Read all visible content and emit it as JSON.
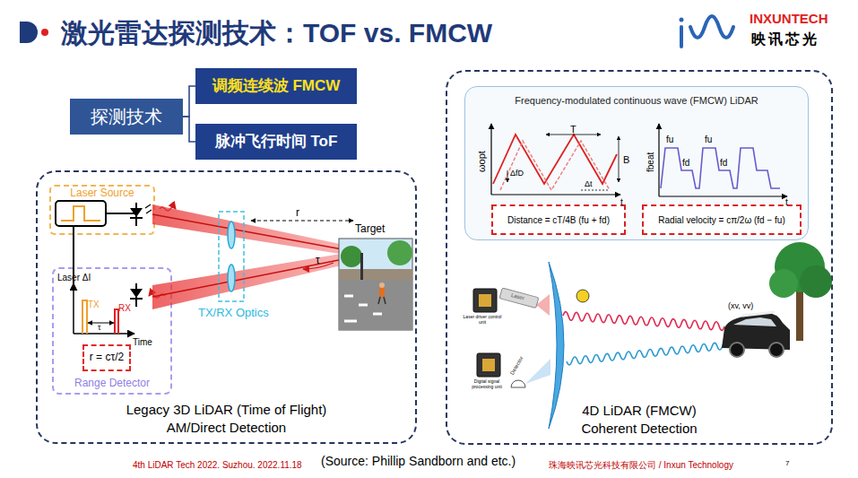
{
  "diagram": {
    "title": "激光雷达探测技术：TOF vs. FMCW",
    "nodes": [
      {
        "text": [
          "探测技术"
        ]
      },
      {
        "text": [
          "调频连续波 FMCW"
        ]
      },
      {
        "text": [
          "脉冲飞行时间 ToF"
        ]
      },
      {
        "text": [
          "Legacy 3D LiDAR (Time of Flight) AM/Direct Detection"
        ]
      },
      {
        "text": [
          "Laser Source"
        ],
        "in": 3
      },
      {
        "text": [
          "Range Detector"
        ],
        "in": 3
      },
      {
        "text": [
          "r = cτ/2"
        ],
        "in": 5
      },
      {
        "text": [
          "4D LiDAR (FMCW) Coherent Detection"
        ]
      },
      {
        "text": [
          "Frequency-modulated continuous wave (FMCW) LiDAR"
        ],
        "in": 7
      },
      {
        "text": [
          "Distance = cT/4B (fu + fd)"
        ],
        "in": 8
      },
      {
        "text": [
          "Radial velocity = cπ/2ω (fd − fu)"
        ],
        "in": 8
      }
    ],
    "edges": [
      {
        "from": 0,
        "to": 1,
        "arrow": "none"
      },
      {
        "from": 0,
        "to": 2,
        "arrow": "none"
      }
    ],
    "labels": [
      "INXUNTECH",
      "映讯芯光",
      "Target",
      "r",
      "τ",
      "TX/RX Optics",
      "Laser ΔI",
      "TX",
      "RX",
      "τ",
      "Time",
      "ωopt",
      "T",
      "B",
      "ΔfD",
      "Δt",
      "t",
      "fbeat",
      "fu",
      "fd",
      "fu",
      "fd",
      "t",
      "Laser",
      "Laser driver control unit",
      "Detector",
      "Digital signal processing unit",
      "(xv, vv)",
      "4th LiDAR Tech 2022. Suzhou. 2022.11.18",
      "(Source: Phillip Sandborn and etc.)",
      "珠海映讯芯光科技有限公司 / Inxun Technology",
      "7"
    ]
  }
}
